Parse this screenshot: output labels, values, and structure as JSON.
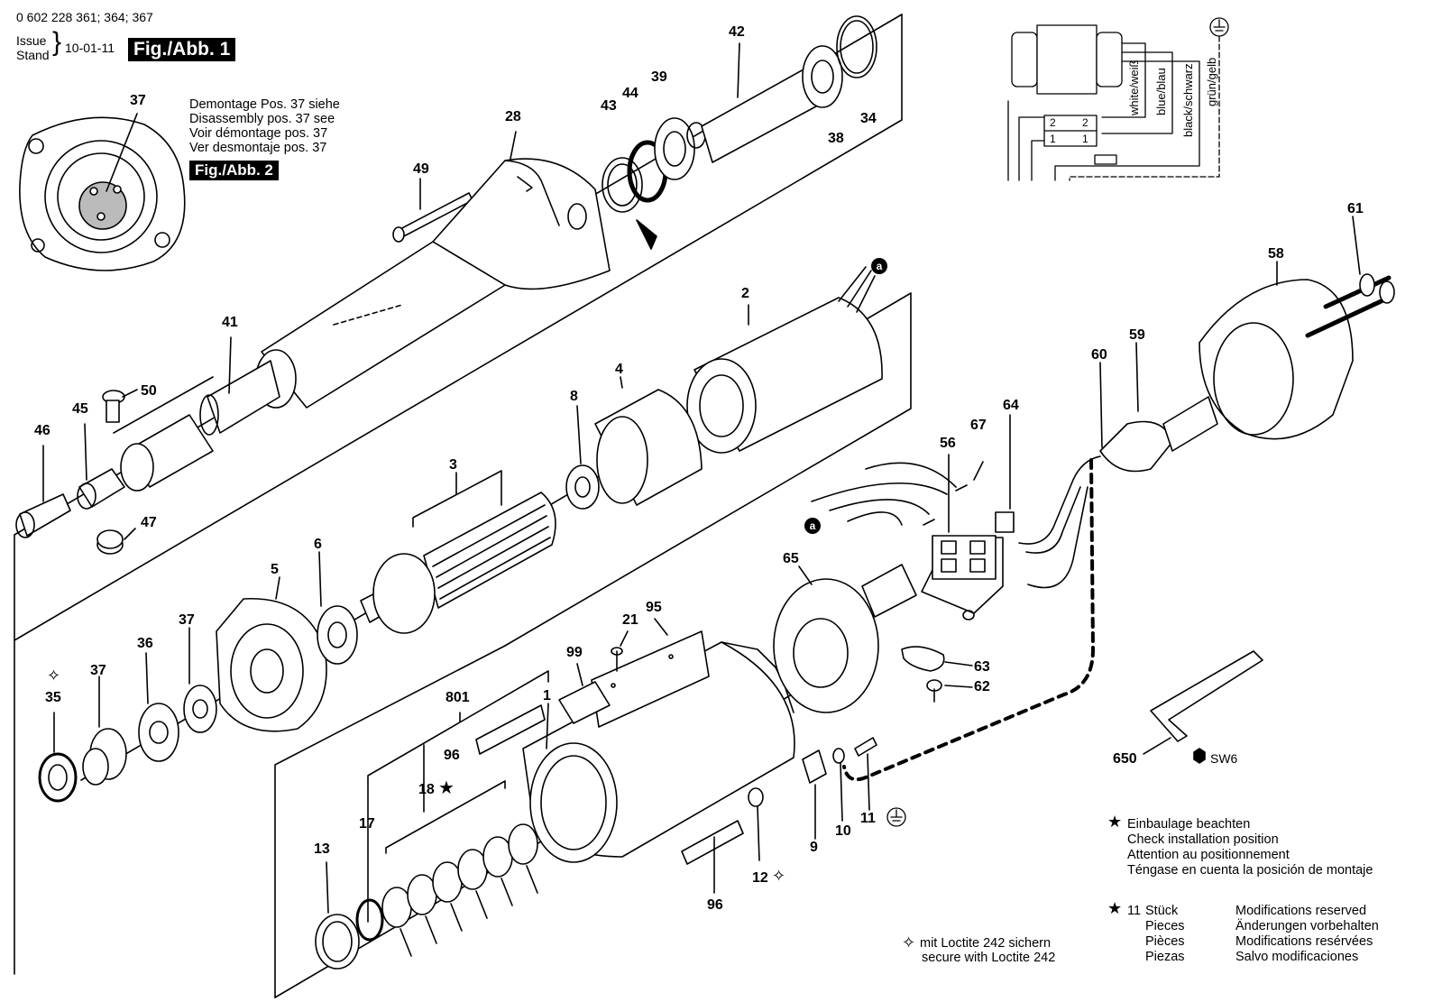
{
  "header": {
    "part_numbers": "0 602 228 361; 364; 367",
    "issue_label": "Issue",
    "stand_label": "Stand",
    "issue_date": "10-01-11",
    "fig_badge": "Fig./Abb. 1"
  },
  "inset": {
    "part": "37",
    "lines": [
      "Demontage Pos. 37 siehe",
      "Disassembly pos. 37 see",
      "Voir démontage pos. 37",
      "Ver desmontaje pos. 37"
    ],
    "fig_badge": "Fig./Abb. 2"
  },
  "wiring": {
    "wires": [
      "white/weiß",
      "blue/blau",
      "black/schwarz",
      "grün/gelb"
    ],
    "terminal_left": [
      "2",
      "1"
    ],
    "terminal_right": [
      "2",
      "1"
    ]
  },
  "labels": {
    "p1": "1",
    "p2": "2",
    "p3": "3",
    "p4": "4",
    "p5": "5",
    "p6": "6",
    "p8": "8",
    "p9": "9",
    "p10": "10",
    "p11": "11",
    "p12": "12",
    "p13": "13",
    "p17": "17",
    "p18": "18",
    "p21": "21",
    "p28": "28",
    "p34": "34",
    "p35": "35",
    "p36": "36",
    "p37a": "37",
    "p37b": "37",
    "p38": "38",
    "p39": "39",
    "p41": "41",
    "p42": "42",
    "p43": "43",
    "p44": "44",
    "p45": "45",
    "p46": "46",
    "p47": "47",
    "p49": "49",
    "p50": "50",
    "p56": "56",
    "p58": "58",
    "p59": "59",
    "p60": "60",
    "p61": "61",
    "p62": "62",
    "p63": "63",
    "p64": "64",
    "p65": "65",
    "p67": "67",
    "p95": "95",
    "p96a": "96",
    "p96b": "96",
    "p99": "99",
    "p650": "650",
    "p801": "801",
    "sw6": "SW6",
    "a_top": "a",
    "a_mid": "a"
  },
  "legend": {
    "install": [
      "Einbaulage beachten",
      "Check installation position",
      "Attention au positionnement",
      "Téngase en cuenta la posición de montaje"
    ],
    "count_qty": "11",
    "count_words": [
      "Stück",
      "Pieces",
      "Pièces",
      "Piezas"
    ],
    "modifications": [
      "Modifications reserved",
      "Änderungen vorbehalten",
      "Modifications resérvées",
      "Salvo modificaciones"
    ],
    "loctite": [
      "mit Loctite 242 sichern",
      "secure with Loctite 242"
    ]
  }
}
